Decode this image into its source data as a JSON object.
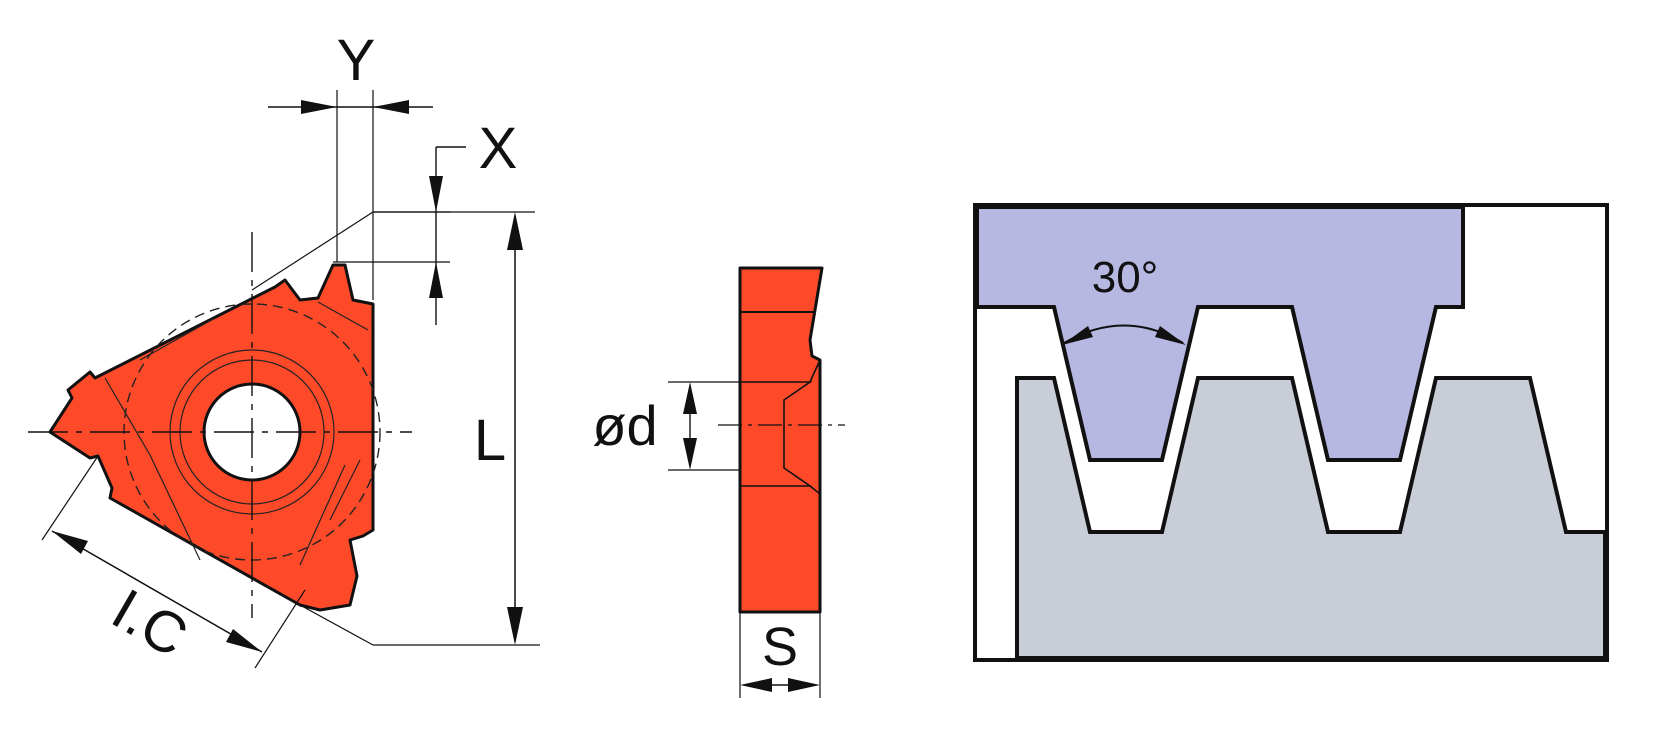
{
  "labels": {
    "y": "Y",
    "x": "X",
    "l": "L",
    "ic": "I.C",
    "od": "ød",
    "s": "S",
    "angle": "30°"
  },
  "colors": {
    "insert": "#ff4a2a",
    "outline": "#111111",
    "internal_thread": "#b6b8e2",
    "external_thread": "#c9cdd8",
    "background": "#ffffff"
  },
  "thread_profile": {
    "included_angle_deg": 30
  }
}
